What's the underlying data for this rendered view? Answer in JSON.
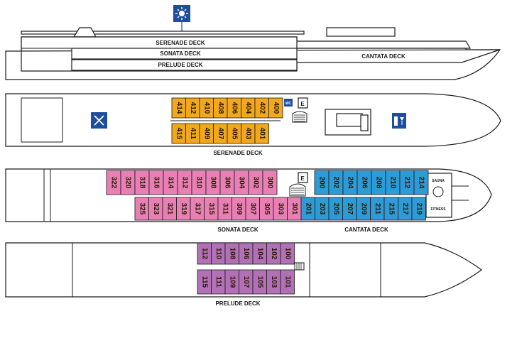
{
  "profile": {
    "labels": {
      "serenade": "SERENADE DECK",
      "sonata": "SONATA DECK",
      "prelude": "PRELUDE DECK",
      "cantata": "CANTATA DECK"
    },
    "sun_icon": "sun-icon"
  },
  "serenade": {
    "label": "SERENADE DECK",
    "top_row": [
      "414",
      "412",
      "410",
      "408",
      "406",
      "404",
      "402",
      "400"
    ],
    "bottom_row": [
      "415",
      "411",
      "409",
      "407",
      "405",
      "403",
      "401"
    ],
    "wc_label": "WC",
    "elevator_label": "E",
    "icons": [
      "restaurant-icon",
      "bar-icon"
    ]
  },
  "sonata": {
    "label": "SONATA DECK",
    "top_row": [
      "322",
      "320",
      "318",
      "316",
      "314",
      "312",
      "310",
      "308",
      "306",
      "304",
      "302",
      "300"
    ],
    "bottom_row": [
      "325",
      "323",
      "321",
      "319",
      "317",
      "315",
      "311",
      "309",
      "307",
      "305",
      "303",
      "301"
    ],
    "elevator_label": "E"
  },
  "cantata": {
    "label": "CANTATA DECK",
    "top_row": [
      "200",
      "202",
      "204",
      "206",
      "208",
      "210",
      "212",
      "214"
    ],
    "bottom_row": [
      "201",
      "203",
      "205",
      "207",
      "209",
      "211",
      "215",
      "217",
      "219"
    ],
    "sauna_label": "SAUNA",
    "fitness_label": "FITNESS"
  },
  "prelude": {
    "label": "PRELUDE DECK",
    "top_row": [
      "112",
      "110",
      "108",
      "106",
      "104",
      "102",
      "100"
    ],
    "bottom_row": [
      "115",
      "111",
      "109",
      "107",
      "105",
      "103",
      "101"
    ]
  },
  "colors": {
    "serenade_cabin": "#f2a81d",
    "sonata_cabin": "#e87fb5",
    "cantata_cabin": "#2e9ad6",
    "prelude_cabin": "#b270b7",
    "icon_blue": "#1f4e9c"
  }
}
